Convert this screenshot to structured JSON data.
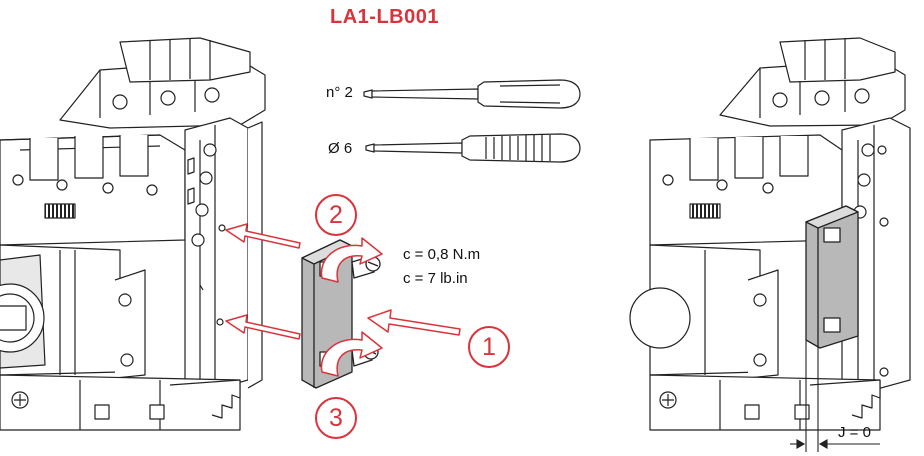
{
  "title": "LA1-LB001",
  "tools": {
    "phillips_label": "n° 2",
    "flat_label": "Ø 6"
  },
  "torque": {
    "metric": "c = 0,8 N.m",
    "imperial": "c = 7 lb.in"
  },
  "steps": [
    "1",
    "2",
    "3"
  ],
  "gap_label": "J = 0",
  "colors": {
    "accent": "#d9343b",
    "line": "#222222",
    "module_fill": "#b8b8b8"
  },
  "icons": [
    "phillips-screwdriver-icon",
    "flat-screwdriver-icon",
    "insert-arrow-icon",
    "rotate-arrow-icon"
  ]
}
